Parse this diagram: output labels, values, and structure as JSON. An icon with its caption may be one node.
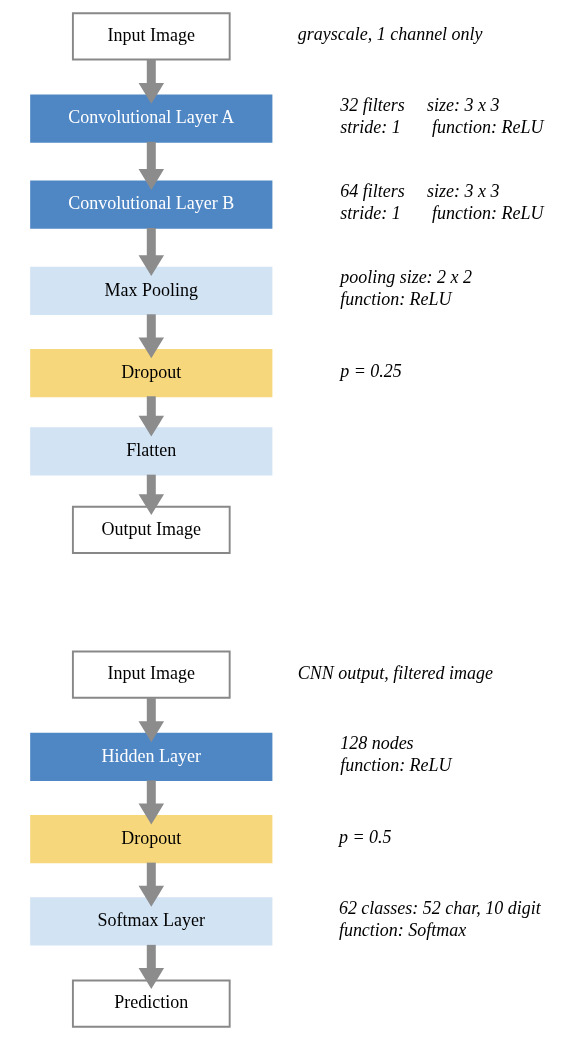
{
  "diagram": {
    "nodes": [
      {
        "text": [
          "Input Image"
        ],
        "beside": [
          "grayscale, 1 channel only"
        ]
      },
      {
        "text": [
          "Convolutional Layer A"
        ],
        "beside": [
          "32 filters     size: 3 x 3",
          "stride: 1       function: ReLU"
        ]
      },
      {
        "text": [
          "Convolutional Layer B"
        ],
        "beside": [
          "64 filters     size: 3 x 3",
          "stride: 1       function: ReLU"
        ]
      },
      {
        "text": [
          "Max Pooling"
        ],
        "beside": [
          "pooling size: 2 x 2",
          "function: ReLU"
        ]
      },
      {
        "text": [
          "Dropout"
        ],
        "beside": [
          "p = 0.25"
        ]
      },
      {
        "text": [
          "Flatten"
        ]
      },
      {
        "text": [
          "Output Image"
        ]
      },
      {
        "text": [
          "Input Image"
        ],
        "beside": [
          "CNN output, filtered image"
        ]
      },
      {
        "text": [
          "Hidden Layer"
        ],
        "beside": [
          "128 nodes",
          "function: ReLU"
        ]
      },
      {
        "text": [
          "Dropout"
        ],
        "beside": [
          "p = 0.5"
        ]
      },
      {
        "text": [
          "Softmax Layer"
        ],
        "beside": [
          "62 classes: 52 char, 10 digit",
          "function: Softmax"
        ]
      },
      {
        "text": [
          "Prediction"
        ]
      }
    ],
    "edges": [
      {
        "from": 0,
        "to": 1,
        "arrow": "to"
      },
      {
        "from": 1,
        "to": 2,
        "arrow": "to"
      },
      {
        "from": 2,
        "to": 3,
        "arrow": "to"
      },
      {
        "from": 3,
        "to": 4,
        "arrow": "to"
      },
      {
        "from": 4,
        "to": 5,
        "arrow": "to"
      },
      {
        "from": 5,
        "to": 6,
        "arrow": "to"
      },
      {
        "from": 7,
        "to": 8,
        "arrow": "to"
      },
      {
        "from": 8,
        "to": 9,
        "arrow": "to"
      },
      {
        "from": 9,
        "to": 10,
        "arrow": "to"
      },
      {
        "from": 10,
        "to": 11,
        "arrow": "to"
      }
    ]
  }
}
